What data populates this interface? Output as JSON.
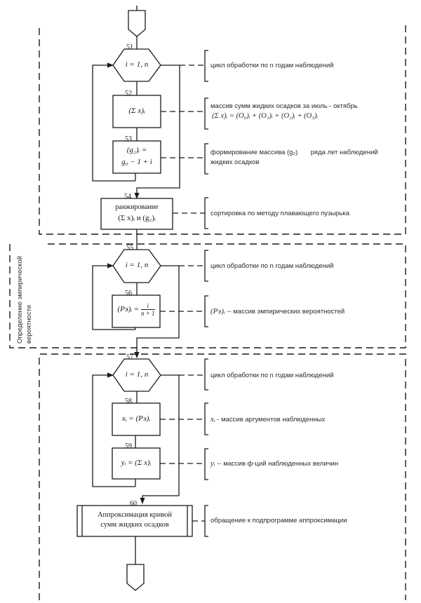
{
  "diagram": {
    "type": "flowchart",
    "sections": [
      {
        "id": "section-1",
        "blocks": [
          "51",
          "52",
          "53",
          "54"
        ]
      },
      {
        "id": "section-2",
        "label": "Определение эмпирической вероятности",
        "blocks": [
          "55",
          "56"
        ]
      },
      {
        "id": "section-3",
        "blocks": [
          "57",
          "58",
          "59",
          "60"
        ]
      }
    ],
    "blocks": {
      "b51": {
        "number": "51",
        "shape": "loop-hexagon",
        "text": "i = 1, n"
      },
      "b52": {
        "number": "52",
        "shape": "process",
        "text": "(Σ x)ᵢ"
      },
      "b53": {
        "number": "53",
        "shape": "process",
        "line1": "(g₂)ᵢ =",
        "line2": "g₀ − 1 + i"
      },
      "b54": {
        "number": "54",
        "shape": "process",
        "line1": "ранжирование",
        "line2": "(Σ x)ᵢ  и (g₂)ᵢ"
      },
      "b55": {
        "number": "55",
        "shape": "loop-hexagon",
        "text": "i = 1, n"
      },
      "b56": {
        "number": "56",
        "shape": "process",
        "lhs": "(Pэ)ᵢ =",
        "num": "i",
        "den": "n + 1"
      },
      "b57": {
        "number": "57",
        "shape": "loop-hexagon",
        "text": "i = 1, n"
      },
      "b58": {
        "number": "58",
        "shape": "process",
        "text": "xᵢ = (Pэ)ᵢ"
      },
      "b59": {
        "number": "59",
        "shape": "process",
        "text": "yᵢ = (Σ x)ᵢ"
      },
      "b60": {
        "number": "60",
        "shape": "predefined-process",
        "line1": "Аппроксимация кривой",
        "line2": "сумм жидких осадков"
      }
    },
    "annotations": {
      "a51": "цикл обработки по  n годам наблюдений",
      "a52_line1": "массив сумм жидких осадков за июль - октябрь",
      "a52_line2": "(Σ x)ᵢ = (O₀)ᵢ + (O₁)ᵢ + (O₂)ᵢ + (O₃)ᵢ",
      "a53_line1": "формирование массива (g₂)       ряда лет наблюдений",
      "a53_line2": "жидких осадков",
      "a54": "сортировка по методу плавающего пузырька",
      "a55": "цикл обработки по n годам наблюдений",
      "a56_sym": "(Pэ)ᵢ",
      "a56_text": "-- массив эмпирических вероятностей",
      "a57": "цикл обработки по n годам наблюдений",
      "a58_sym": "xᵢ",
      "a58_text": "-  массив аргументов наблюденных",
      "a59_sym": "yᵢ",
      "a59_text": "-- массив ф-ций наблюденных величин",
      "a60": "обращение к подпрограмме аппроксимации"
    },
    "colors": {
      "ink": "#1a1a1a",
      "paper": "#ffffff"
    }
  }
}
